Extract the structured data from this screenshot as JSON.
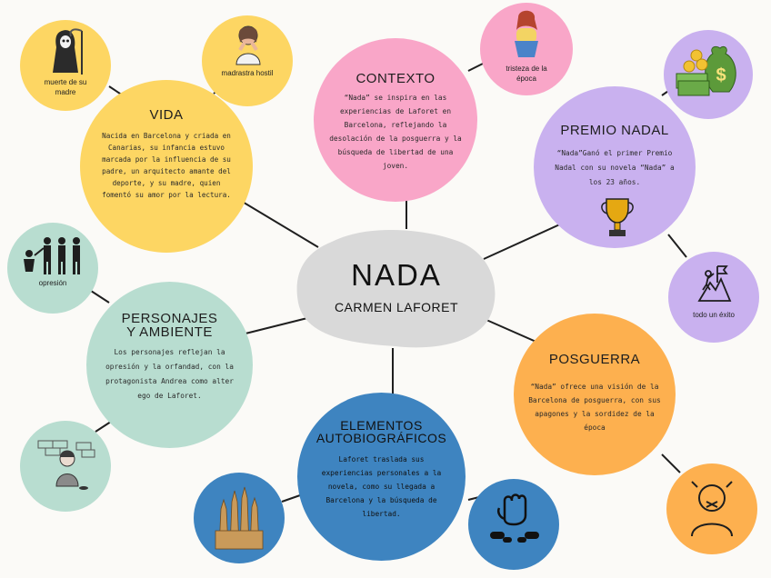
{
  "center": {
    "title": "NADA",
    "subtitle": "CARMEN LAFORET"
  },
  "vida": {
    "title": "VIDA",
    "body": "Nacida en Barcelona y criada en Canarias, su infancia estuvo marcada por la influencia de su padre, un arquitecto amante del deporte, y su madre, quien fomentó su amor por la lectura."
  },
  "contexto": {
    "title": "CONTEXTO",
    "body": "“Nada” se inspira en las experiencias de Laforet en Barcelona, reflejando la desolación de la posguerra y la búsqueda de libertad de una joven."
  },
  "premio": {
    "title": "PREMIO NADAL",
    "body": "“Nada”Ganó el primer Premio Nadal con su novela “Nada” a los 23 años."
  },
  "personajes": {
    "title_line1": "PERSONAJES",
    "title_line2": "Y AMBIENTE",
    "body": "Los personajes reflejan la opresión y la orfandad, con la protagonista Andrea como alter ego de Laforet."
  },
  "posguerra": {
    "title": "POSGUERRA",
    "body": "“Nada” ofrece una visión de la Barcelona de posguerra, con sus apagones y la sordidez de la época"
  },
  "elementos": {
    "title_line1": "ELEMENTOS",
    "title_line2": "AUTOBIOGRÁFICOS",
    "body": "Laforet traslada sus experiencias personales a la novela, como su llegada a Barcelona y la búsqueda de libertad."
  },
  "satellites": {
    "muerte": "muerte de su madre",
    "madrastra": "madrastra hostil",
    "tristeza": "tristeza de la época",
    "dinero": "",
    "exito": "todo un éxito",
    "opresion": "opresión",
    "pobreza": "",
    "catedral": "",
    "libertad": "",
    "silencio": ""
  },
  "colors": {
    "yellow": "#fdd663",
    "pink": "#f9a6c8",
    "purple": "#c9b1ef",
    "mint": "#b8ddd0",
    "orange": "#fdb04f",
    "blue": "#3e84c0",
    "center": "#d9d9d9"
  }
}
